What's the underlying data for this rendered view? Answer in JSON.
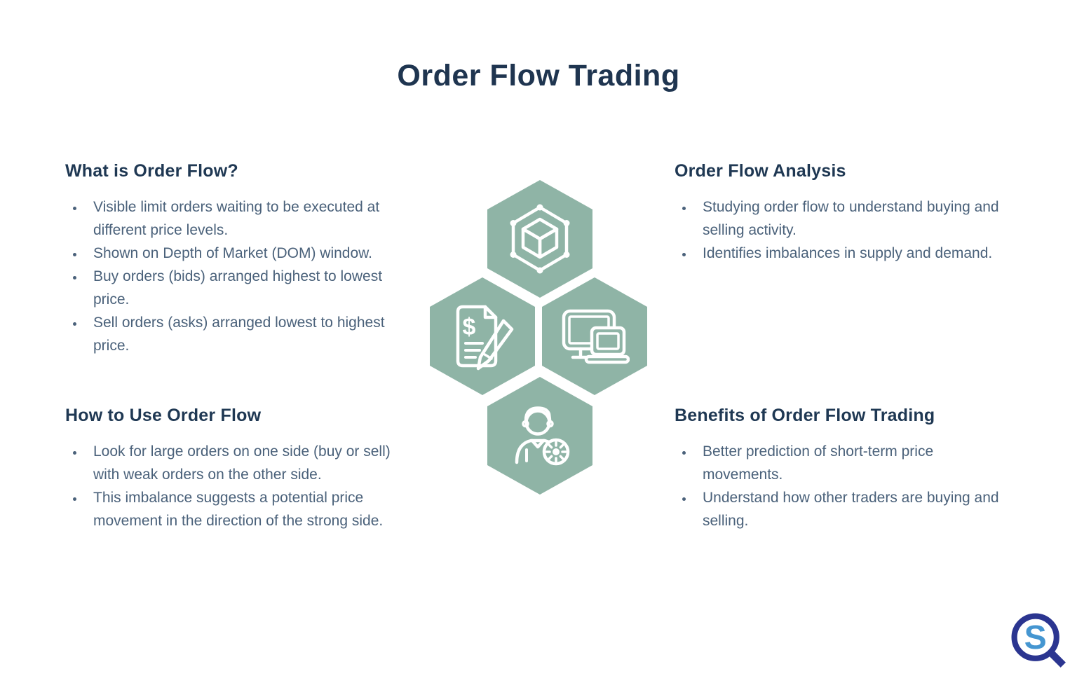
{
  "page": {
    "title": "Order Flow Trading"
  },
  "sections": [
    {
      "heading": "What is Order Flow?",
      "bullets": [
        "Visible limit orders waiting to be executed at different price levels.",
        "Shown on Depth of Market (DOM) window.",
        "Buy orders (bids) arranged highest to lowest price.",
        "Sell orders (asks) arranged lowest to highest price."
      ]
    },
    {
      "heading": "Order Flow Analysis",
      "bullets": [
        "Studying order flow to understand buying and selling activity.",
        "Identifies imbalances in supply and demand."
      ]
    },
    {
      "heading": "How to Use Order Flow",
      "bullets": [
        "Look for large orders on one side (buy or sell) with weak orders on the other side.",
        "This imbalance suggests a potential price movement in the direction of the strong side."
      ]
    },
    {
      "heading": "Benefits of Order Flow Trading",
      "bullets": [
        "Better prediction of short-term price movements.",
        "Understand how other traders are buying and selling."
      ]
    }
  ],
  "hexagons": [
    {
      "icon": "cube-network-icon"
    },
    {
      "icon": "invoice-pen-icon"
    },
    {
      "icon": "monitor-laptop-icon"
    },
    {
      "icon": "trader-person-icon"
    }
  ],
  "icon_glyphs": {
    "invoice_currency": "$"
  },
  "logo": {
    "letter": "S"
  },
  "colors": {
    "background": "#FFFFFF",
    "hexagon_green": "#8FB4A6",
    "heading_navy": "#1F3853",
    "title_navy": "#1F3550",
    "body_slate": "#4A617A",
    "icon_white": "#FFFFFF",
    "logo_navy": "#2B3590",
    "logo_blue": "#4596D1"
  }
}
